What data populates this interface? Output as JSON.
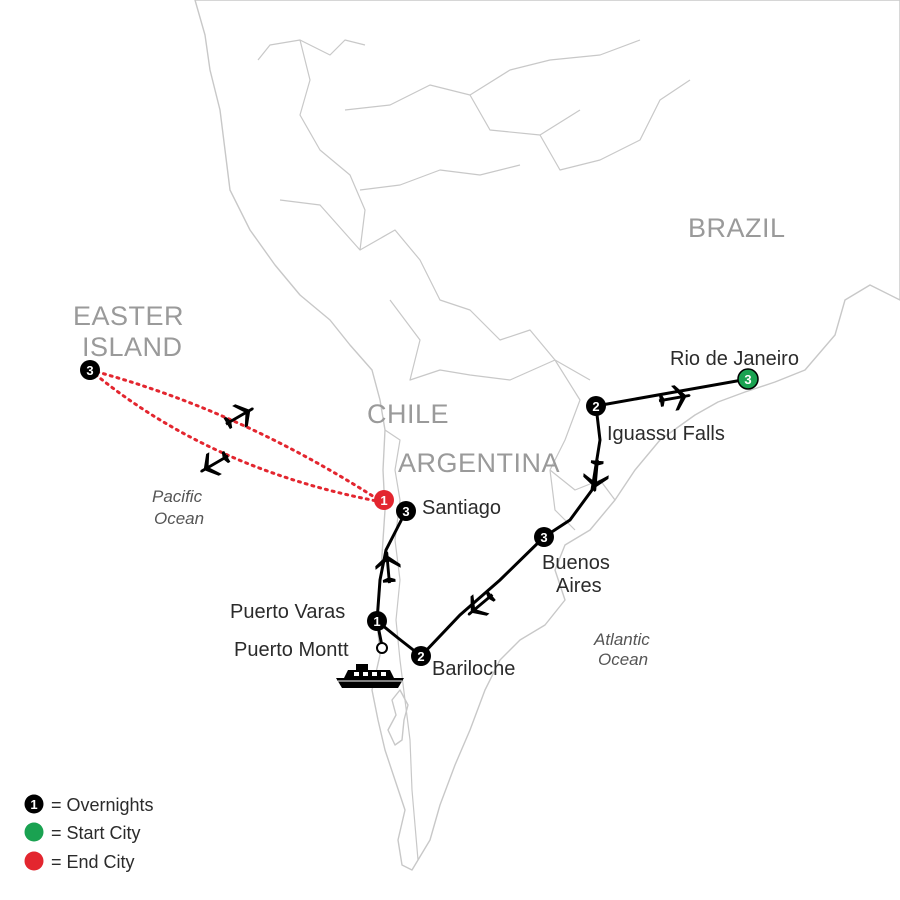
{
  "colors": {
    "overnight": "#000000",
    "start": "#1aa251",
    "end": "#e3262f",
    "route": "#000000",
    "flight_dotted": "#e3262f",
    "land_outline": "#c8c8c8",
    "country_label": "#9a9a9a"
  },
  "countries": {
    "brazil": "BRAZIL",
    "chile": "CHILE",
    "argentina": "ARGENTINA",
    "easter_island_line1": "EASTER",
    "easter_island_line2": "ISLAND"
  },
  "oceans": {
    "pacific_line1": "Pacific",
    "pacific_line2": "Ocean",
    "atlantic_line1": "Atlantic",
    "atlantic_line2": "Ocean"
  },
  "stops": [
    {
      "id": "rio",
      "name": "Rio de Janeiro",
      "nights": "3",
      "type": "start"
    },
    {
      "id": "iguassu",
      "name": "Iguassu Falls",
      "nights": "2",
      "type": "overnight"
    },
    {
      "id": "buenos_aires_1",
      "name": "Buenos",
      "nights": "3",
      "type": "overnight"
    },
    {
      "id": "buenos_aires_2",
      "name": "Aires"
    },
    {
      "id": "bariloche",
      "name": "Bariloche",
      "nights": "2",
      "type": "overnight"
    },
    {
      "id": "puerto_varas",
      "name": "Puerto Varas",
      "nights": "1",
      "type": "overnight"
    },
    {
      "id": "puerto_montt",
      "name": "Puerto Montt",
      "type": "port"
    },
    {
      "id": "santiago",
      "name": "Santiago",
      "nights": "3",
      "type": "overnight"
    },
    {
      "id": "easter_island",
      "nights": "3",
      "type": "overnight"
    },
    {
      "id": "santiago_end",
      "nights": "1",
      "type": "end"
    }
  ],
  "icons": {
    "transport_plane": "airplane-icon",
    "transport_boat": "boat-icon",
    "port": "port-circle-icon"
  },
  "legend": {
    "overnight_marker": "1",
    "overnights": "= Overnights",
    "start_city": "= Start City",
    "end_city": "= End City"
  }
}
